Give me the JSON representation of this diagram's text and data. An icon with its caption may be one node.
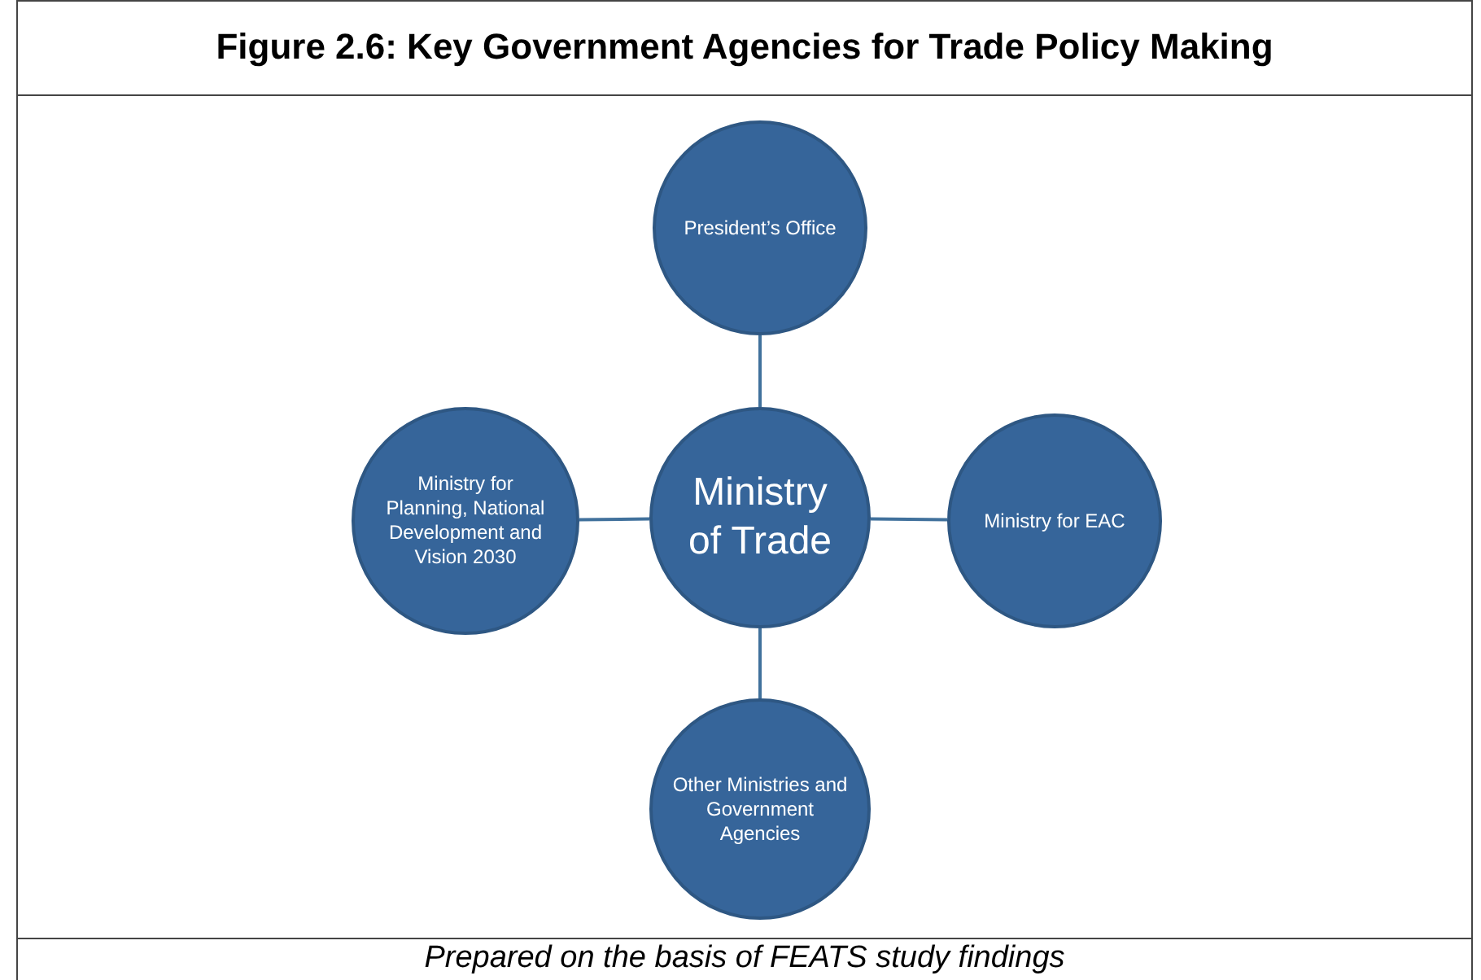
{
  "diagram": {
    "title": "Figure 2.6:  Key Government Agencies for Trade Policy Making",
    "caption": "Prepared on the basis of FEATS study findings",
    "nodes": [
      {
        "text": [
          "President’s Office"
        ]
      },
      {
        "text": [
          "Ministry for Planning, National Development and Vision 2030"
        ]
      },
      {
        "text": [
          "Ministry of Trade"
        ]
      },
      {
        "text": [
          "Ministry for EAC"
        ]
      },
      {
        "text": [
          "Other Ministries and Government Agencies"
        ]
      }
    ],
    "edges": [
      {
        "from": 0,
        "to": 2,
        "arrow": "none"
      },
      {
        "from": 1,
        "to": 2,
        "arrow": "none"
      },
      {
        "from": 2,
        "to": 3,
        "arrow": "none"
      },
      {
        "from": 2,
        "to": 4,
        "arrow": "none"
      }
    ]
  }
}
